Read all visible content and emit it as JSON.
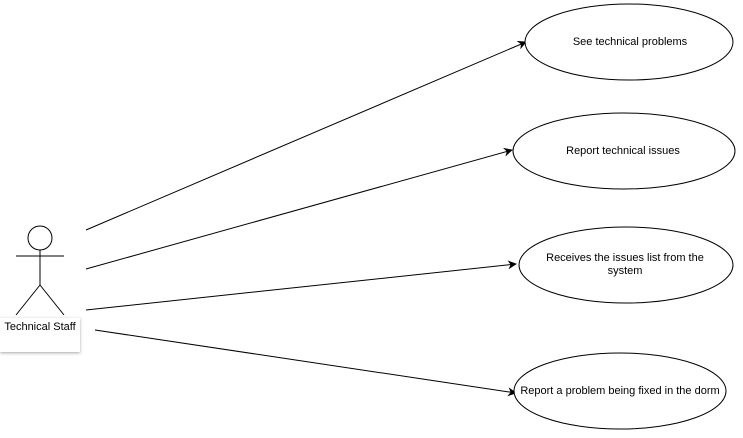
{
  "actor": {
    "label": "Technical Staff"
  },
  "use_cases": [
    {
      "label": "See technical problems"
    },
    {
      "label": "Report technical issues"
    },
    {
      "label": "Receives the issues list from the system"
    },
    {
      "label": "Report a problem being fixed in the dorm"
    }
  ],
  "colors": {
    "stroke": "#000000",
    "fill": "#ffffff"
  }
}
